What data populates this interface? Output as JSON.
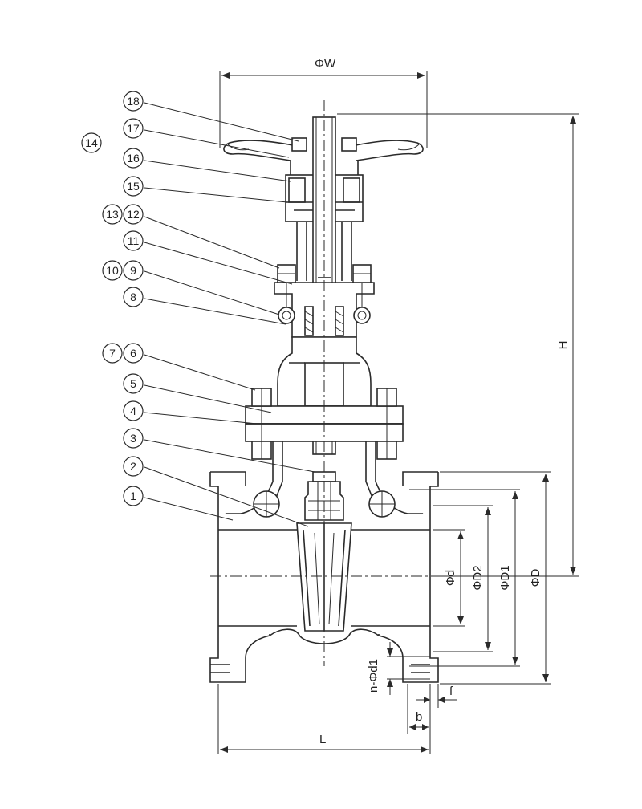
{
  "balloons": [
    {
      "id": "b18",
      "label": "18"
    },
    {
      "id": "b17",
      "label": "17"
    },
    {
      "id": "b14",
      "label": "14"
    },
    {
      "id": "b16",
      "label": "16"
    },
    {
      "id": "b15",
      "label": "15"
    },
    {
      "id": "b13",
      "label": "13"
    },
    {
      "id": "b12",
      "label": "12"
    },
    {
      "id": "b11",
      "label": "11"
    },
    {
      "id": "b10",
      "label": "10"
    },
    {
      "id": "b9",
      "label": "9"
    },
    {
      "id": "b8",
      "label": "8"
    },
    {
      "id": "b7",
      "label": "7"
    },
    {
      "id": "b6",
      "label": "6"
    },
    {
      "id": "b5",
      "label": "5"
    },
    {
      "id": "b4",
      "label": "4"
    },
    {
      "id": "b3",
      "label": "3"
    },
    {
      "id": "b2",
      "label": "2"
    },
    {
      "id": "b1",
      "label": "1"
    }
  ],
  "dimensions": {
    "handwheel_diameter": "ΦW",
    "height": "H",
    "bore": "Φd",
    "raised_face": "ΦD2",
    "bolt_circle": "ΦD1",
    "flange_od": "ΦD",
    "bolt_holes": "n-Φd1",
    "face_height": "f",
    "flange_thickness": "b",
    "length": "L"
  }
}
